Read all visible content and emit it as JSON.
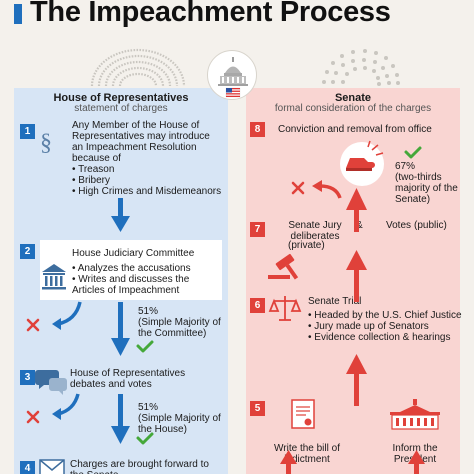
{
  "title": "The Impeachment Process",
  "house": {
    "title": "House of Representatives",
    "subtitle": "statement of charges",
    "steps": [
      {
        "num": "1",
        "text": "Any Member of the House of Representatives may introduce an Impeachment Resolution because of",
        "bullets": [
          "Treason",
          "Bribery",
          "High Crimes and Misdemeanors"
        ]
      },
      {
        "num": "2",
        "text": "House Judiciary Committee",
        "bullets": [
          "Analyzes the accusations",
          "Writes and discusses the Articles of Impeachment"
        ]
      },
      {
        "num": "3",
        "text": "House of Representatives debates and votes"
      },
      {
        "num": "4",
        "text": "Charges are brought forward to the Senate"
      }
    ],
    "vote1": {
      "pct": "51%",
      "desc": "(Simple Majority of the Committee)"
    },
    "vote2": {
      "pct": "51%",
      "desc": "(Simple Majority of the House)"
    }
  },
  "senate": {
    "title": "Senate",
    "subtitle": "formal consideration of the charges",
    "step8": {
      "num": "8",
      "text": "Conviction and removal from office"
    },
    "vote": {
      "pct": "67%",
      "desc": "(two-thirds majority of the Senate)"
    },
    "step7": {
      "num": "7",
      "text": "Senate Jury deliberates",
      "sub": "(private)",
      "and": "&",
      "votes": "Votes",
      "votes_sub": "(public)"
    },
    "step6": {
      "num": "6",
      "text": "Senate Trial",
      "bullets": [
        "Headed by the U.S. Chief Justice",
        "Jury made up of Senators",
        "Evidence collection & hearings"
      ]
    },
    "step5": {
      "num": "5",
      "left": "Write the bill of indictment",
      "right": "Inform the President"
    }
  },
  "colors": {
    "blue": "#1f6fbd",
    "red": "#e0413a",
    "green": "#45a83a",
    "house_bg": "#d7e5f5",
    "senate_bg": "#f9d5d2"
  }
}
